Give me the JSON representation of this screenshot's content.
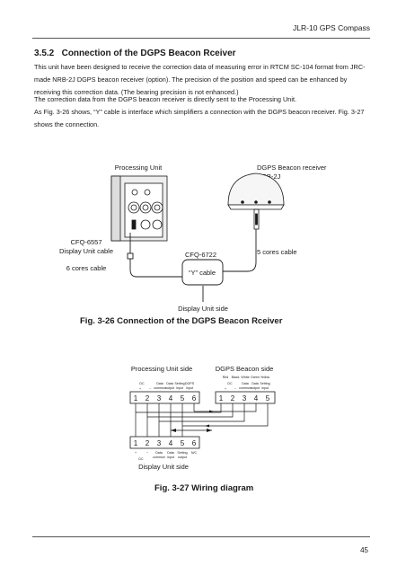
{
  "header": {
    "title": "JLR-10 GPS Compass"
  },
  "section": {
    "number": "3.5.2",
    "title": "Connection of the DGPS Beacon Rceiver"
  },
  "paragraphs": [
    "This unit have been designed to receive the correction data of measuring error in RTCM SC-104 format from JRC-made NRB-2J DGPS beacon receiver (option). The precision of the position and speed can be enhanced by receiving this correction data. (The bearing precision is not enhanced.)",
    "The correction data from the DGPS beacon receiver is directly sent to the Processing Unit.",
    "As Fig. 3-26 shows, “Y” cable is interface which simplifiers a connection with the DGPS beacon receiver. Fig. 3-27 shows the connection."
  ],
  "fig26": {
    "processing_unit": "Processing Unit",
    "beacon_receiver_line1": "DGPS Beacon receiver",
    "beacon_receiver_line2": "NRB-2J",
    "cfq6557_line1": "CFQ-6557",
    "cfq6557_line2": "Display Unit cable",
    "six_cores": "6 cores cable",
    "cfq6722": "CFQ-6722",
    "y_cable": "“Y” cable",
    "five_cores": "5 cores cable",
    "display_unit_side": "Display Unit side",
    "caption": "Fig. 3-26   Connection of the DGPS Beacon Rceiver"
  },
  "fig27": {
    "processing_side": "Processing Unit side",
    "beacon_side": "DGPS Beacon side",
    "display_side": "Display Unit side",
    "caption": "Fig. 3-27   Wiring diagram",
    "top_left_pins": [
      "1",
      "2",
      "3",
      "4",
      "5",
      "6"
    ],
    "top_right_pins": [
      "1",
      "2",
      "3",
      "4",
      "5"
    ],
    "bottom_pins": [
      "1",
      "2",
      "3",
      "4",
      "5",
      "6"
    ],
    "top_left_labels": [
      {
        "line1": "",
        "line2": "+"
      },
      {
        "line1": "",
        "line2": "−"
      },
      {
        "line1": "Data",
        "line2": "common"
      },
      {
        "line1": "Data",
        "line2": "output"
      },
      {
        "line1": "Setting",
        "line2": "input"
      },
      {
        "line1": "DGPS",
        "line2": "input"
      }
    ],
    "top_left_dc": "DC",
    "top_right_colors": [
      "Red",
      "Black",
      "White",
      "Green",
      "Yellow"
    ],
    "top_right_labels": [
      {
        "line1": "",
        "line2": "+"
      },
      {
        "line1": "",
        "line2": "−"
      },
      {
        "line1": "Data",
        "line2": "common"
      },
      {
        "line1": "Data",
        "line2": "output"
      },
      {
        "line1": "Setting",
        "line2": "input"
      }
    ],
    "top_right_dc": "DC",
    "bottom_labels": [
      {
        "line1": "+",
        "line2": ""
      },
      {
        "line1": "−",
        "line2": ""
      },
      {
        "line1": "Data",
        "line2": "common"
      },
      {
        "line1": "Data",
        "line2": "input"
      },
      {
        "line1": "Setting",
        "line2": "output"
      },
      {
        "line1": "N/C",
        "line2": ""
      }
    ],
    "bottom_dc": "DC"
  },
  "footer": {
    "page_number": "45"
  }
}
